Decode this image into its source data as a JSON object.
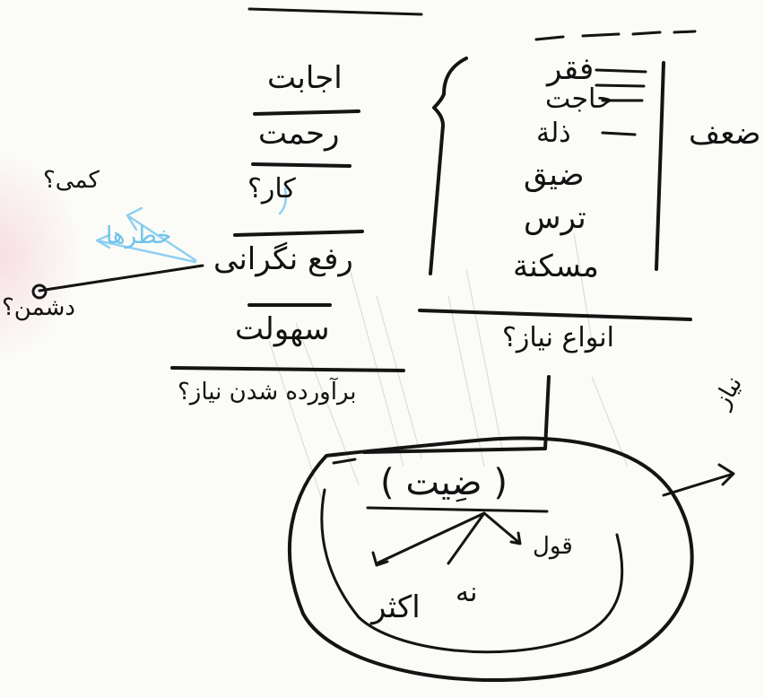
{
  "diagram": {
    "center_node": "( ضِیت )",
    "types_title": "انواع نیاز؟",
    "types": [
      "فقر",
      "حاجت",
      "ذلة",
      "ضیق",
      "ترس",
      "مسکنة"
    ],
    "types_side_label": "ضعف",
    "meets_title": "برآورده شدن نیاز؟",
    "meets": [
      "اجابت",
      "رحمت",
      "کار؟",
      "رفع نگرانی",
      "سهولت"
    ],
    "remove_worry_targets": [
      "کمی؟",
      "خطرها",
      "دشمن؟"
    ],
    "center_branches": [
      "قول",
      "نه",
      "اکثر"
    ],
    "right_arrow_label": "نیاز"
  }
}
